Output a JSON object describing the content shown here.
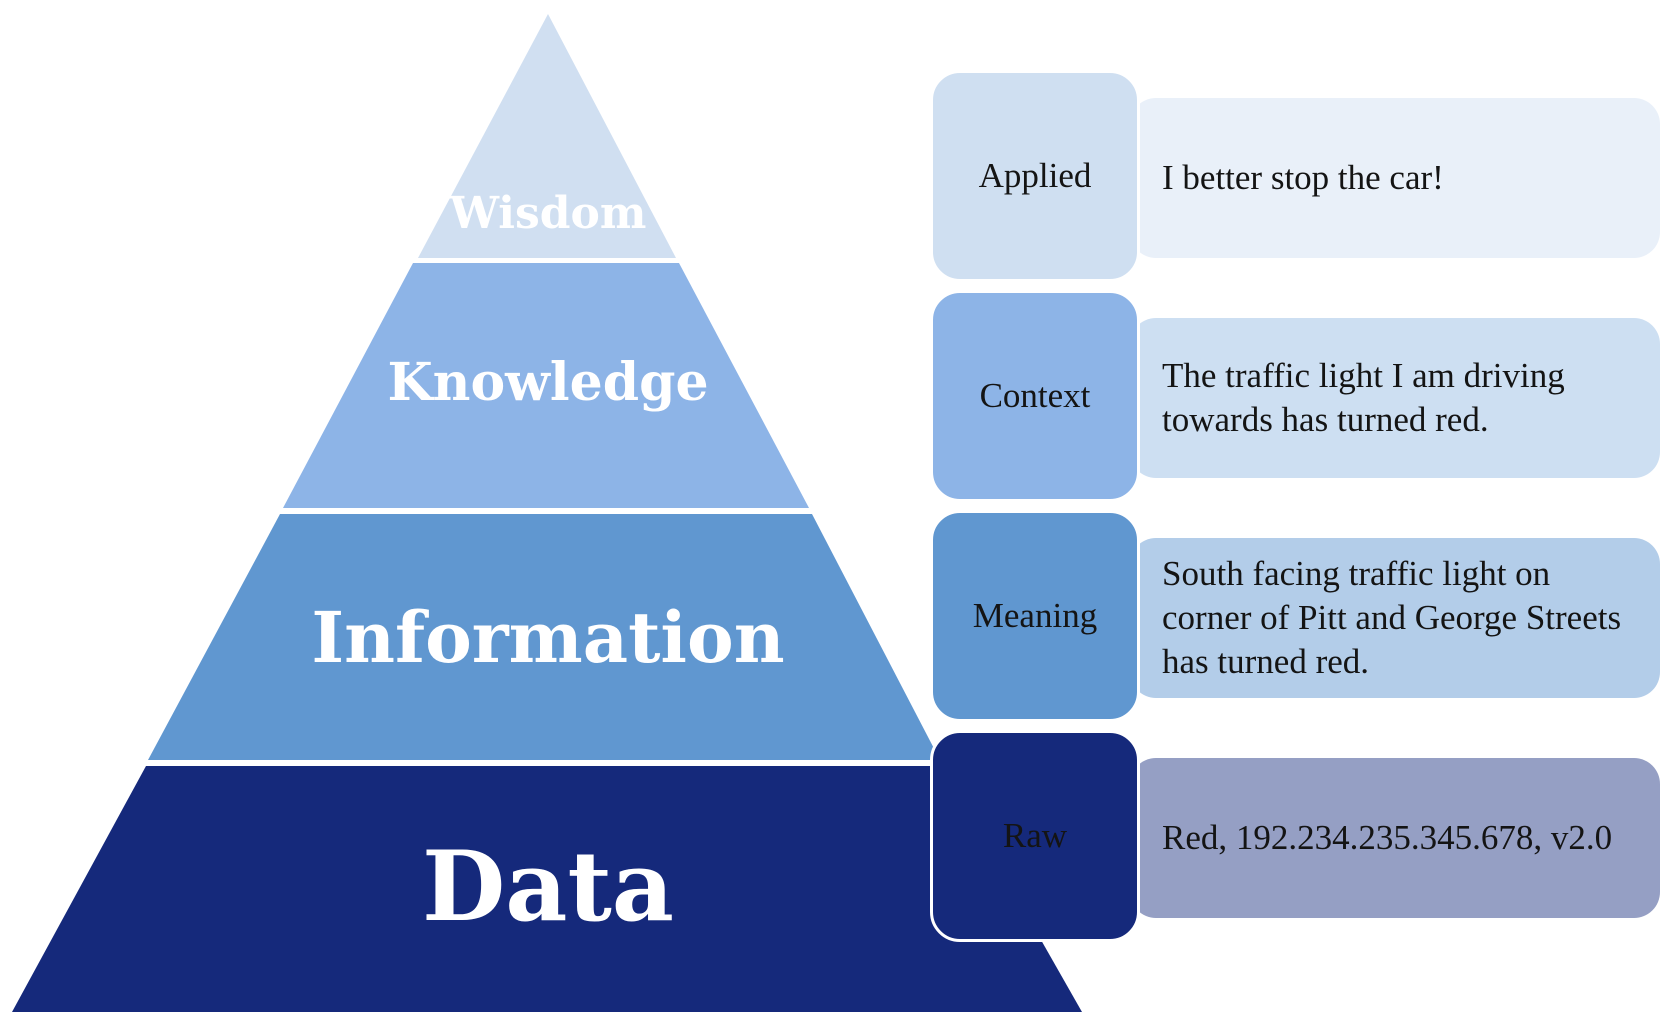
{
  "pyramid": {
    "tiers": [
      {
        "label": "Wisdom",
        "color": "#d0dff1"
      },
      {
        "label": "Knowledge",
        "color": "#8db4e7"
      },
      {
        "label": "Information",
        "color": "#6097d0"
      },
      {
        "label": "Data",
        "color": "#15297b"
      }
    ]
  },
  "rows": [
    {
      "label": "Applied",
      "description": "I better stop the car!",
      "label_color": "#cfdff1",
      "desc_color": "#e9f0f9"
    },
    {
      "label": "Context",
      "description": "The traffic light I am driving towards has turned red.",
      "label_color": "#8db4e7",
      "desc_color": "#cddff2"
    },
    {
      "label": "Meaning",
      "description": "South facing traffic light on corner of Pitt and George Streets has turned red.",
      "label_color": "#6097d0",
      "desc_color": "#b3cde9"
    },
    {
      "label": "Raw",
      "description": "Red, 192.234.235.345.678, v2.0",
      "label_color": "#15297b",
      "desc_color": "#959fc4"
    }
  ]
}
